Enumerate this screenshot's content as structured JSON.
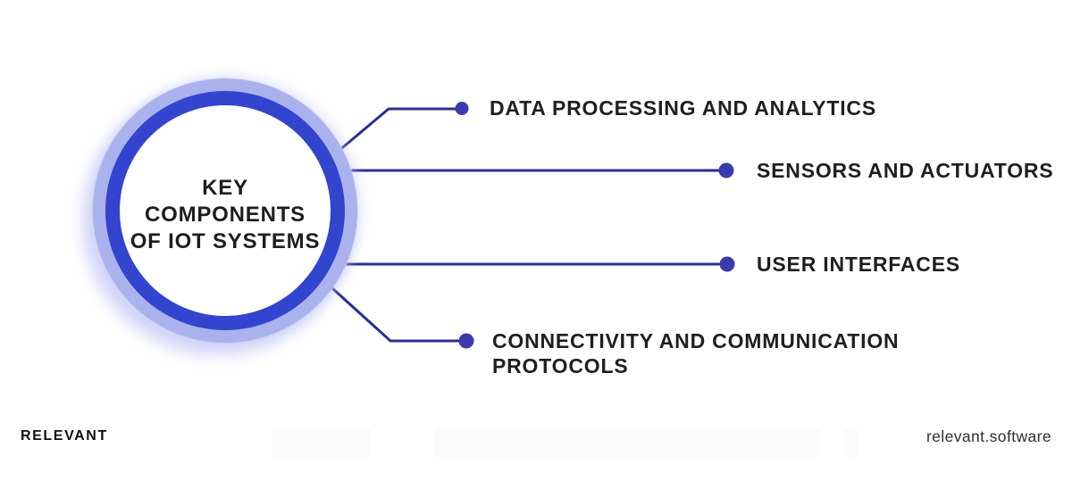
{
  "hub": {
    "lines": [
      "KEY",
      "COMPONENTS",
      "OF IOT SYSTEMS"
    ]
  },
  "components": [
    {
      "label": "DATA PROCESSING AND ANALYTICS"
    },
    {
      "label": "SENSORS AND ACTUATORS"
    },
    {
      "label": "USER INTERFACES"
    },
    {
      "label": "CONNECTIVITY AND COMMUNICATION PROTOCOLS"
    }
  ],
  "footer": {
    "brand": "RELEVANT",
    "website": "relevant.software"
  },
  "colors": {
    "ring_blue": "#3344cf",
    "ring_periwinkle": "#a9b2ed",
    "ring_halo": "#dde1f9",
    "connector_line": "#2d2d92",
    "connector_dot": "#3b3bad",
    "text_dark": "#1f1f1f",
    "background": "#ffffff"
  }
}
